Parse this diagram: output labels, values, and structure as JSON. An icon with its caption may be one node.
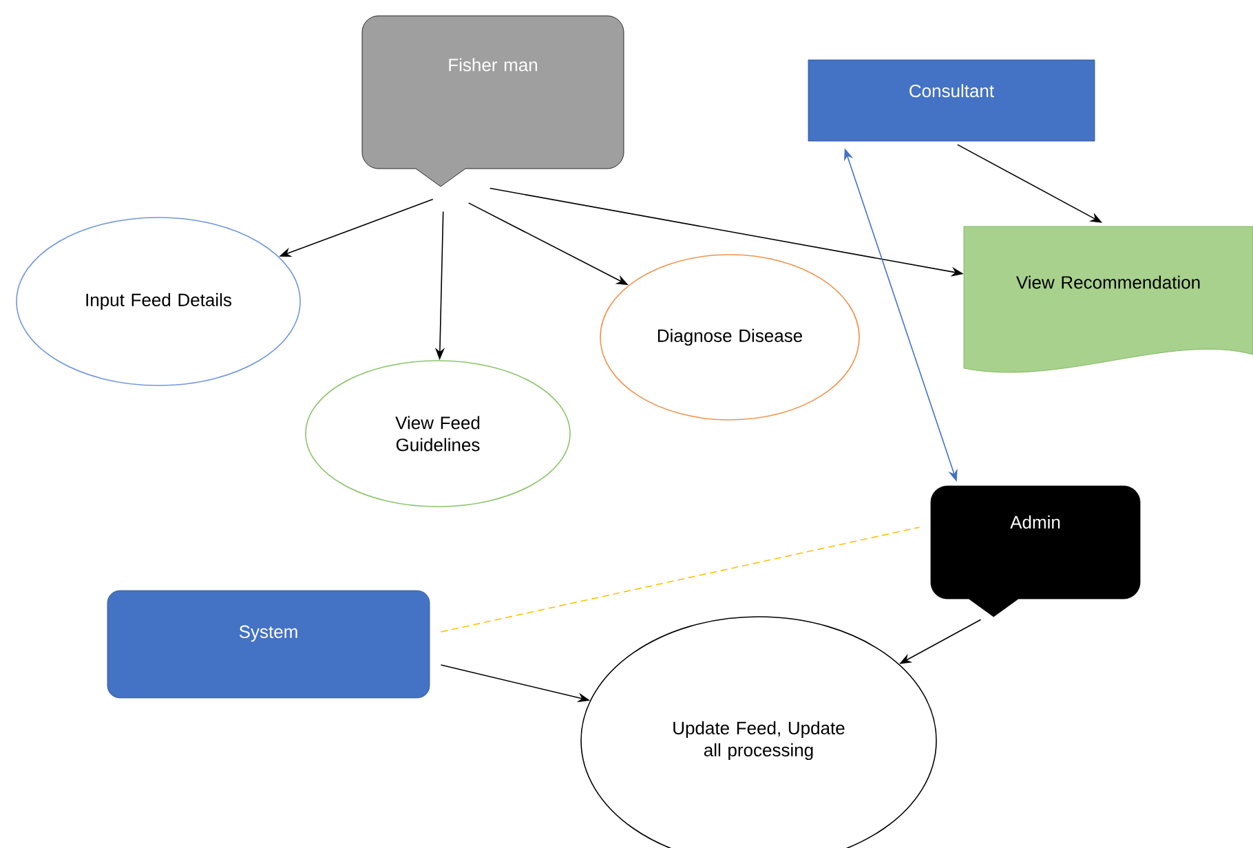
{
  "diagram": {
    "nodes": [
      {
        "text": [
          "Fisher man"
        ]
      },
      {
        "text": [
          "Consultant"
        ]
      },
      {
        "text": [
          "Input Feed Details"
        ]
      },
      {
        "text": [
          "View Feed Guidelines"
        ]
      },
      {
        "text": [
          "Diagnose Disease"
        ]
      },
      {
        "text": [
          "View Recommendation"
        ]
      },
      {
        "text": [
          "Admin"
        ]
      },
      {
        "text": [
          "System"
        ]
      },
      {
        "text": [
          "Update Feed, Update all processing"
        ]
      }
    ],
    "edges": [
      {
        "from": 0,
        "to": 2,
        "arrow": "to"
      },
      {
        "from": 0,
        "to": 3,
        "arrow": "to"
      },
      {
        "from": 0,
        "to": 4,
        "arrow": "to"
      },
      {
        "from": 0,
        "to": 5,
        "arrow": "to"
      },
      {
        "from": 1,
        "to": 5,
        "arrow": "to"
      },
      {
        "from": 1,
        "to": 6,
        "arrow": "both",
        "color": "#4472c4"
      },
      {
        "from": 7,
        "to": 6,
        "arrow": "none",
        "style": "dashed",
        "color": "#ffc000"
      },
      {
        "from": 7,
        "to": 8,
        "arrow": "to"
      },
      {
        "from": 6,
        "to": 8,
        "arrow": "to"
      }
    ]
  }
}
